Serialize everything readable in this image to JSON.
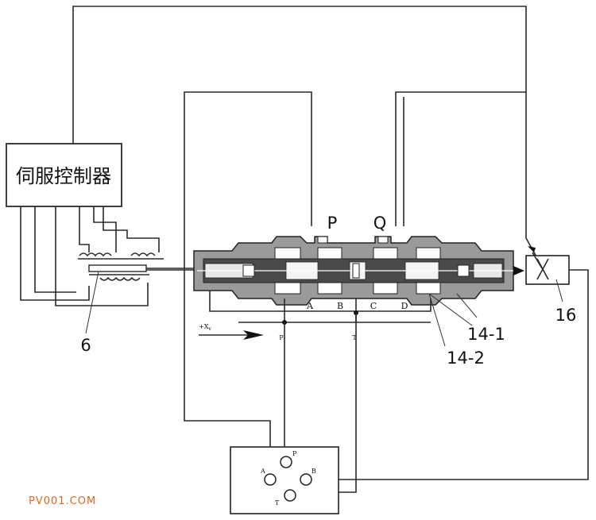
{
  "controller": {
    "label": "伺服控制器"
  },
  "ports": {
    "p_label": "P",
    "q_label": "Q"
  },
  "chambers": [
    "A",
    "B",
    "C",
    "D"
  ],
  "bottom_ports": {
    "p": "P",
    "t": "T"
  },
  "displacement": "+X",
  "displacement_sub": "v",
  "callouts": {
    "sensor": "6",
    "sleeve": "14-1",
    "spool": "14-2",
    "valve": "16"
  },
  "pump_block": {
    "a": "A",
    "p": "P",
    "b": "B",
    "t": "T"
  },
  "watermark": "PV001.COM"
}
